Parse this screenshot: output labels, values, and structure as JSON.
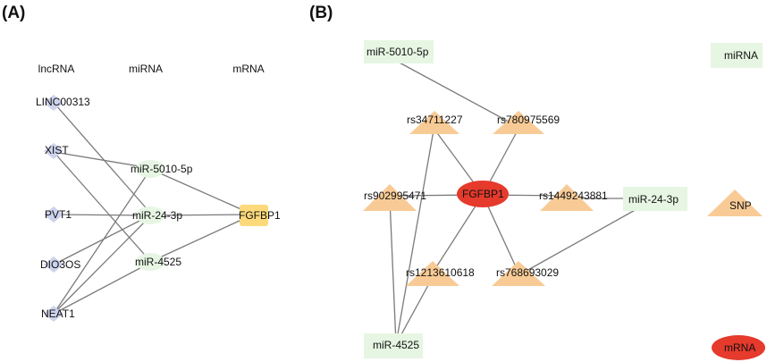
{
  "panels": {
    "a": {
      "label": "(A)",
      "columns": {
        "lncrna": "lncRNA",
        "mirna": "miRNA",
        "mrna": "mRNA"
      },
      "lncrna_nodes": [
        "LINC00313",
        "XIST",
        "PVT1",
        "DIO3OS",
        "NEAT1"
      ],
      "mirna_nodes": [
        "miR-5010-5p",
        "miR-24-3p",
        "miR-4525"
      ],
      "mrna_nodes": [
        "FGFBP1"
      ]
    },
    "b": {
      "label": "(B)",
      "mirna_nodes": [
        "miR-5010-5p",
        "miR-24-3p",
        "miR-4525"
      ],
      "snp_nodes": [
        "rs34711227",
        "rs780975569",
        "rs902995471",
        "rs1449243881",
        "rs1213610618",
        "rs768693029"
      ],
      "mrna_node": "FGFBP1",
      "legend": {
        "mirna": "miRNA",
        "snp": "SNP",
        "mrna": "mRNA"
      }
    }
  },
  "colors": {
    "lncrna": "#cdd3ec",
    "mirna": "#e6f6e3",
    "mrna_a": "#fcd97a",
    "snp": "#f8cb96",
    "mrna_b": "#e53a2c",
    "edge": "#7a7a7a"
  }
}
